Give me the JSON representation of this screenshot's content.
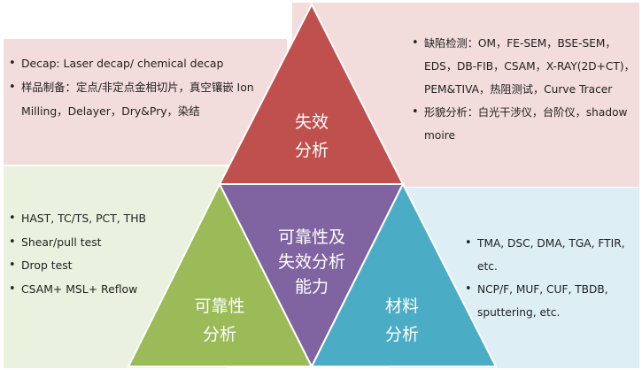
{
  "top_left_list": [
    "Decap: Laser decap/ chemical decap",
    "样品制备：定点/非定点金相切片，真空镶嵌 Ion Milling，Delayer，Dry&Pry，染结"
  ],
  "top_right_list": [
    "缺陷检测：OM，FE-SEM，BSE-SEM，EDS，DB-FIB，CSAM，X-RAY(2D+CT)，PEM&TIVA，热阻测试，Curve Tracer",
    "形貌分析：白光干涉仪，台阶仪，shadow moire"
  ],
  "bottom_left_list": [
    "HAST, TC/TS, PCT, THB",
    "Shear/pull test",
    "Drop test",
    "CSAM+ MSL+ Reflow"
  ],
  "bottom_right_list": [
    "TMA, DSC, DMA, TGA, FTIR, etc.",
    "NCP/F, MUF, CUF, TBDB, sputtering, etc."
  ],
  "triangles": {
    "top": {
      "line1": "失效",
      "line2": "分析",
      "color": "#c0504d"
    },
    "center": {
      "line1": "可靠性及",
      "line2": "失效分析",
      "line3": "能力",
      "color": "#8064a2"
    },
    "left": {
      "line1": "可靠性",
      "line2": "分析",
      "color": "#9bbb59"
    },
    "right": {
      "line1": "材料",
      "line2": "分析",
      "color": "#4bacc6"
    }
  }
}
